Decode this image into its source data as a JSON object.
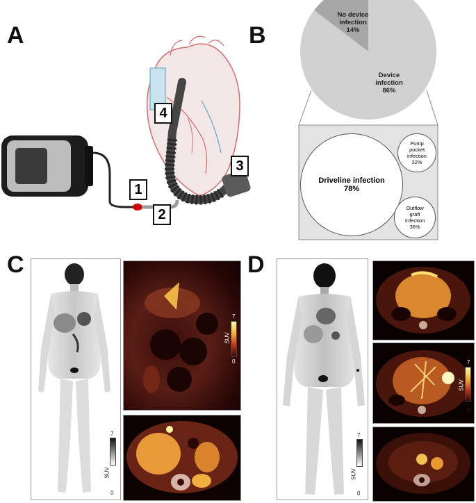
{
  "panels": {
    "a": "A",
    "b": "B",
    "c": "C",
    "d": "D"
  },
  "device_labels": [
    "1",
    "2",
    "3",
    "4"
  ],
  "pie": {
    "slices": [
      {
        "label_line1": "No device",
        "label_line2": "infection",
        "pct": "14%",
        "value": 14,
        "color": "#a6a6a6"
      },
      {
        "label_line1": "Device",
        "label_line2": "infection",
        "pct": "86%",
        "value": 86,
        "color": "#d0d0d0"
      }
    ]
  },
  "breakdown": {
    "driveline": {
      "label": "Driveline infection",
      "pct": "78%"
    },
    "pump": {
      "line1": "Pump",
      "line2": "pocket",
      "line3": "infection",
      "pct": "32%"
    },
    "outflow": {
      "line1": "Outflow",
      "line2": "graft",
      "line3": "Infection",
      "pct": "36%"
    }
  },
  "suv_scales": {
    "c_mip": {
      "max": "7",
      "min": "0",
      "label": "SUV"
    },
    "c_coronal": {
      "max": "7",
      "min": "0",
      "label": "SUV"
    },
    "d_mip": {
      "max": "7",
      "min": "0",
      "label": "SUV"
    },
    "d_axial": {
      "max": "7",
      "min": "0",
      "label": "SUV"
    }
  },
  "colors": {
    "accent_red": "#d40000",
    "driveline": "#555555",
    "heart_fill": "#f3e6e6",
    "heart_line": "#d66a6a"
  }
}
